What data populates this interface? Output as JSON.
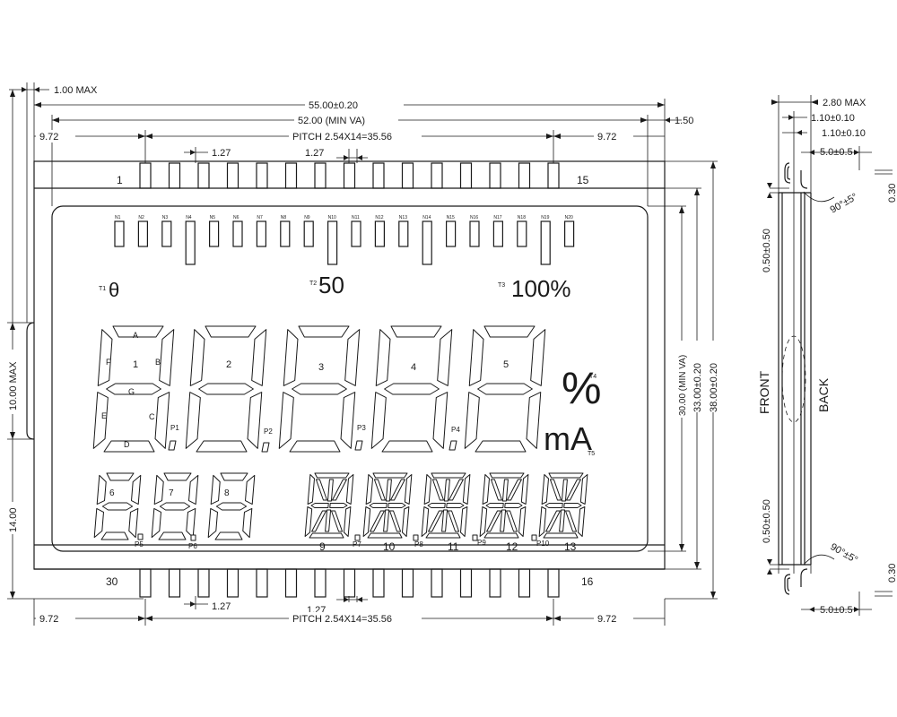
{
  "dimensions": {
    "top_overall_width": "55.00±0.20",
    "top_view_area": "52.00 (MIN VA)",
    "top_left_margin": "9.72",
    "top_pitch": "PITCH 2.54X14=35.56",
    "top_right_margin": "9.72",
    "top_max_offset": "1.00 MAX",
    "right_offset": "1.50",
    "pin_width_top_a": "1.27",
    "pin_width_top_b": "1.27",
    "left_height_max": "10.00 MAX",
    "left_pin_length": "14.00",
    "right_view_area": "30.00 (MIN VA)",
    "right_inner_height": "33.00±0.20",
    "right_overall_height": "38.00±0.20",
    "bottom_left_margin": "9.72",
    "bottom_pitch": "PITCH 2.54X14=35.56",
    "bottom_right_margin": "9.72",
    "pin_width_bottom_a": "1.27",
    "pin_width_bottom_b": "1.27"
  },
  "pins": {
    "top_first": "1",
    "top_last": "15",
    "bottom_first": "30",
    "bottom_last": "16"
  },
  "icons": [
    "N1",
    "N2",
    "N3",
    "N4",
    "N5",
    "N6",
    "N7",
    "N8",
    "N9",
    "N10",
    "N11",
    "N12",
    "N13",
    "N14",
    "N15",
    "N16",
    "N17",
    "N18",
    "N19",
    "N20"
  ],
  "annunciators": {
    "t1_label": "T1",
    "t1_symbol": "θ",
    "t2_label": "T2",
    "t2_text": "50",
    "t3_label": "T3",
    "t3_text": "100%",
    "t4_label": "T4",
    "t4_symbol": "%",
    "t5_label": "T5",
    "t5_text": "mA"
  },
  "large_digits": [
    "1",
    "2",
    "3",
    "4",
    "5"
  ],
  "segment_letters": [
    "A",
    "B",
    "C",
    "D",
    "E",
    "F",
    "G"
  ],
  "decimal_points": [
    "P1",
    "P2",
    "P3",
    "P4",
    "P5",
    "P6",
    "P7",
    "P8",
    "P9",
    "P10"
  ],
  "small_digits": [
    "6",
    "7",
    "8"
  ],
  "alpha_digits": [
    "9",
    "10",
    "11",
    "12",
    "13"
  ],
  "side_view": {
    "thickness": "2.80 MAX",
    "glass_top": "1.10±0.10",
    "glass_bottom": "1.10±0.10",
    "pin_pitch_top": "5.0±0.5",
    "pin_pitch_bottom": "5.0±0.5",
    "angle_top": "90°±5°",
    "angle_bottom": "90°±5°",
    "gap_top": "0.30",
    "gap_bottom": "0.30",
    "edge_top": "0.50±0.50",
    "edge_bottom": "0.50±0.50",
    "front_label": "FRONT",
    "back_label": "BACK"
  }
}
